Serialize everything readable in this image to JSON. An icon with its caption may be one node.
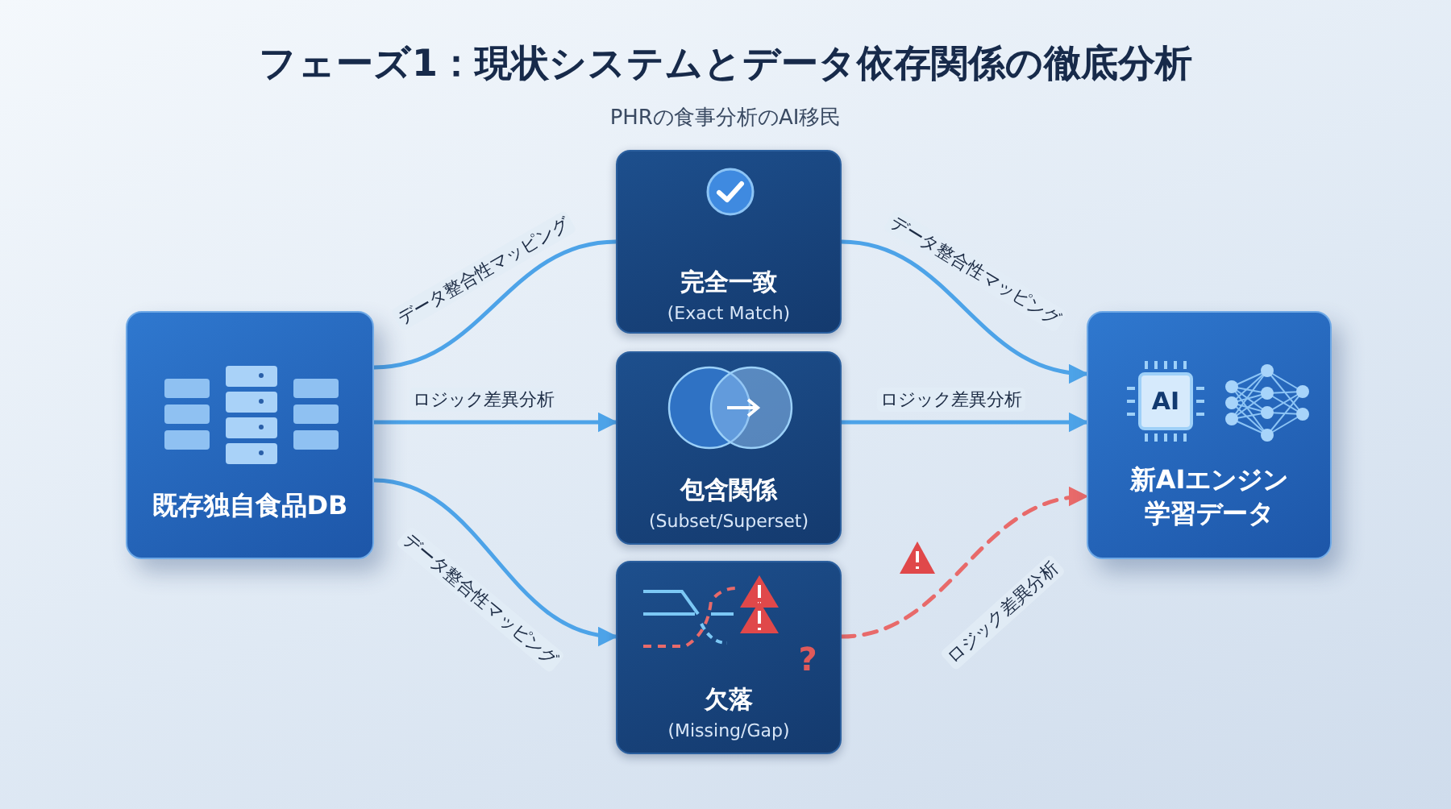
{
  "diagram": {
    "title": "フェーズ1：現状システムとデータ依存関係の徹底分析",
    "nodes": [
      {
        "text": [
          "既存独自食品DB"
        ]
      },
      {
        "text": [
          "完全一致",
          "(Exact Match)"
        ]
      },
      {
        "text": [
          "包含関係",
          "(Subset/Superset)"
        ]
      },
      {
        "text": [
          "?",
          "欠落",
          "(Missing/Gap)"
        ]
      },
      {
        "text": [
          "AI",
          "新AIエンジン学習データ"
        ]
      }
    ],
    "edges": [
      {
        "from": 0,
        "to": 1,
        "arrow": "none",
        "label": "データ整合性マッピング"
      },
      {
        "from": 1,
        "to": 4,
        "arrow": "to",
        "label": "データ整合性マッピング"
      },
      {
        "from": 0,
        "to": 2,
        "arrow": "to",
        "label": "ロジック差異分析"
      },
      {
        "from": 2,
        "to": 4,
        "arrow": "to",
        "label": "ロジック差異分析"
      },
      {
        "from": 0,
        "to": 3,
        "arrow": "to",
        "label": "データ整合性マッピング"
      },
      {
        "from": 3,
        "to": 4,
        "arrow": "to",
        "label": "ロジック差異分析",
        "style": "dashed",
        "color": "#e86a6a"
      }
    ],
    "labels": [
      "PHRの食事分析のAI移民"
    ]
  }
}
